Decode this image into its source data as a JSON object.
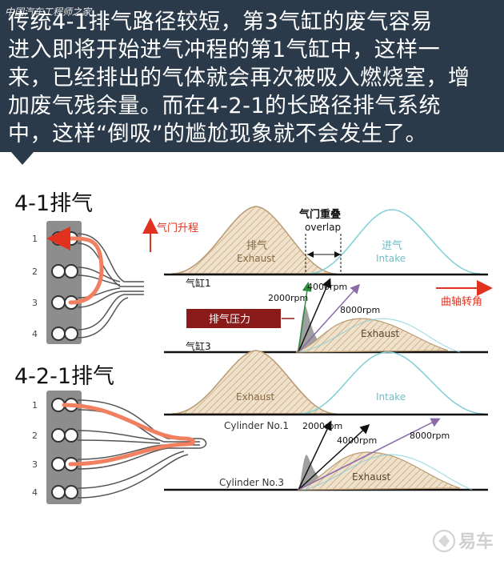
{
  "header": {
    "lines": [
      "传统4-1排气路径较短，第3气缸的废气容易",
      "进入即将开始进气冲程的第1气缸中，这样一",
      "来，已经排出的气体就会再次被吸入燃烧室，增",
      "加废气残余量。而在4-2-1的长路径排气系统",
      "中，这样“倒吸”的尴尬现象就不会发生了。"
    ]
  },
  "watermark_top": "中国汽车工程师之家",
  "sections": {
    "s1_title": "4-1排气",
    "s2_title": "4-2-1排气"
  },
  "cyl_numbers": [
    "1",
    "2",
    "3",
    "4"
  ],
  "top_diagram": {
    "valve_lift_label": "气门升程",
    "overlap_cn": "气门重叠",
    "overlap_en": "overlap",
    "exhaust_cn": "排气",
    "exhaust_en": "Exhaust",
    "intake_cn": "进气",
    "intake_en": "Intake",
    "cyl1_label": "气缸1",
    "cyl3_label": "气缸3",
    "crank_label": "曲轴转角",
    "pressure_label": "排气压力",
    "rpm_2000": "2000rpm",
    "rpm_4000": "4000rpm",
    "rpm_8000": "8000rpm",
    "exhaust_lower": "Exhaust"
  },
  "bottom_diagram": {
    "exhaust_en": "Exhaust",
    "intake_en": "Intake",
    "cyl1_label": "Cylinder No.1",
    "cyl3_label": "Cylinder No.3",
    "rpm_2000": "2000rpm",
    "rpm_4000": "4000rpm",
    "rpm_8000": "8000rpm",
    "exhaust_lower": "Exhaust"
  },
  "logo_text": "易车",
  "colors": {
    "header_bg": "#2b3a4a",
    "accent_red": "#e0321e",
    "pressure_box": "#8b1a1a",
    "exhaust_fill": "#e8d7bf",
    "exhaust_stroke": "#b99a72",
    "intake_stroke": "#7ecfd6",
    "pipe_orange": "#f08060"
  }
}
